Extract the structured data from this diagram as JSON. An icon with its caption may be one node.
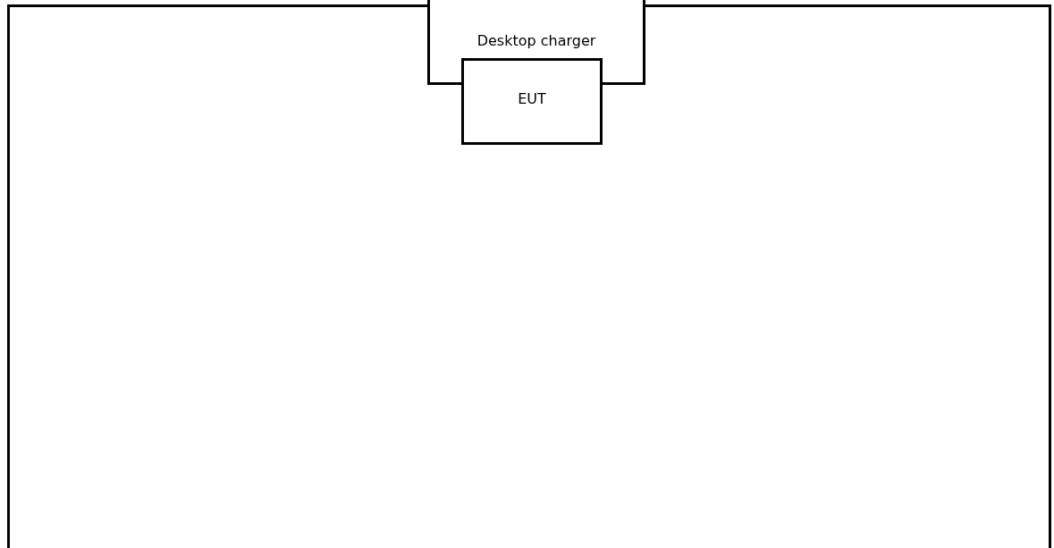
{
  "diagram": {
    "nodes": [
      {
        "text": [],
        "shape": "box"
      },
      {
        "text": [
          "Desktop charger"
        ],
        "in": 0
      },
      {
        "text": [
          "EUT"
        ],
        "in": 0
      }
    ]
  }
}
